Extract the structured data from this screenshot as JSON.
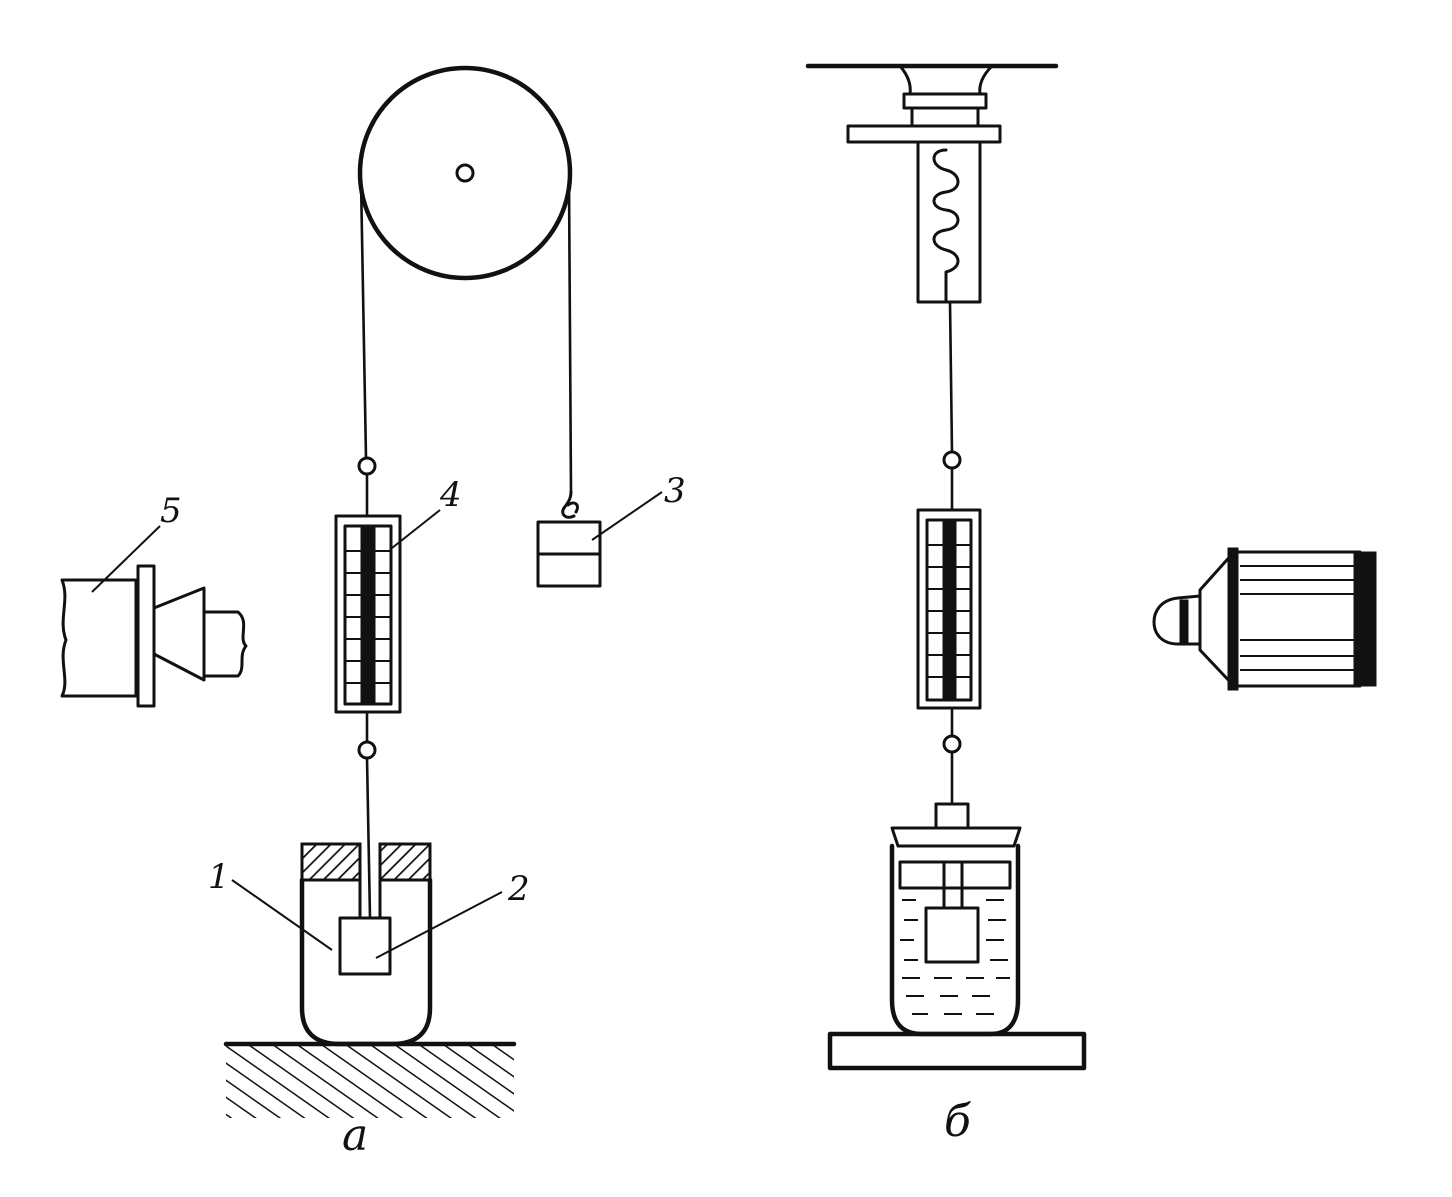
{
  "colors": {
    "ink": "#111111",
    "paper": "#ffffff"
  },
  "labels": {
    "part_1": "1",
    "part_2": "2",
    "part_3": "3",
    "part_4": "4",
    "part_5": "5"
  },
  "captions": {
    "panel_a": "а",
    "panel_b": "б"
  }
}
